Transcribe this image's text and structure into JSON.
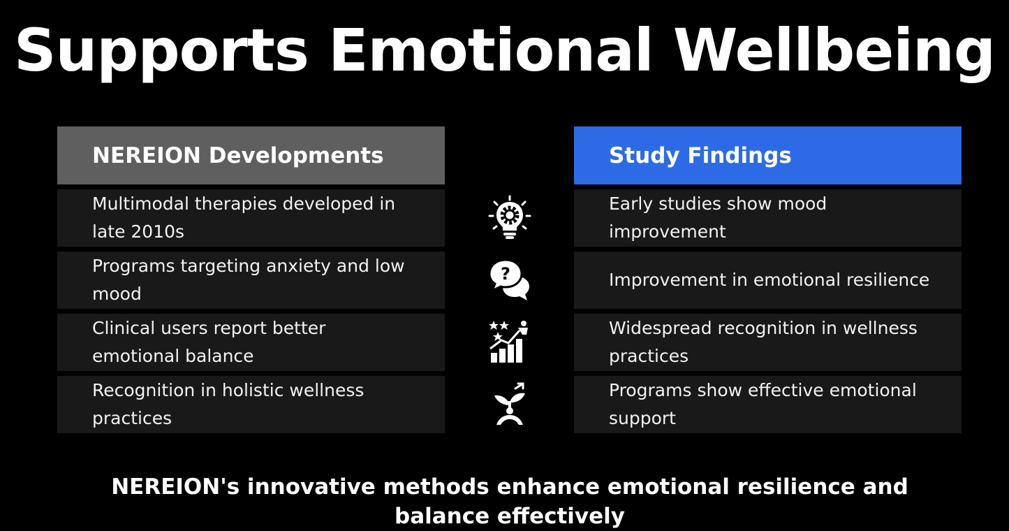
{
  "slide": {
    "title": "Supports Emotional Wellbeing",
    "summary": "NEREION's innovative methods enhance emotional resilience and balance effectively"
  },
  "left_column": {
    "heading": "NEREION Developments",
    "color": "#5f5f5f",
    "items": [
      "Multimodal therapies developed in late 2010s",
      "Programs targeting anxiety and low mood",
      "Clinical users report better emotional balance",
      "Recognition in holistic wellness practices"
    ]
  },
  "right_column": {
    "heading": "Study Findings",
    "color": "#2d6be6",
    "items": [
      "Early studies show mood improvement",
      "Improvement in emotional resilience",
      "Widespread recognition in wellness practices",
      "Programs show effective emotional support"
    ]
  },
  "icons": [
    "lightbulb-gear-icon",
    "question-chat-icon",
    "growth-chart-stars-icon",
    "person-sprout-icon"
  ]
}
